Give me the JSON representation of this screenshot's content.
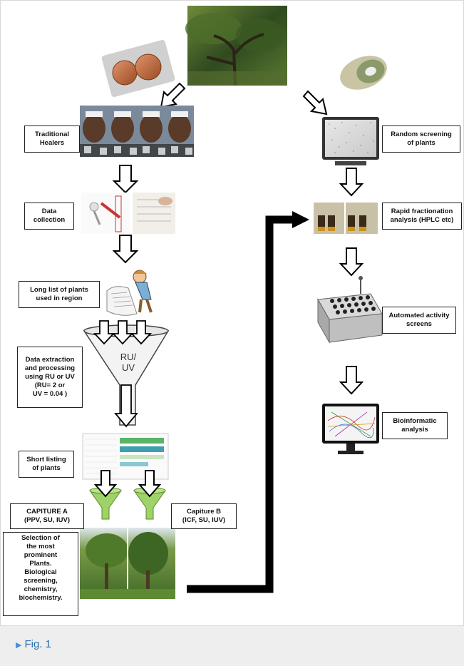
{
  "left_column": {
    "traditional_healers": "Traditional\nHealers",
    "data_collection": "Data\ncollection",
    "long_list": "Long list of plants\nused in region",
    "data_extraction": "Data extraction\nand processing\nusing RU or UV\n(RU= 2 or\nUV = 0.04 )",
    "funnel_label": "RU/\nUV",
    "short_listing": "Short listing\nof plants",
    "capiture_a": "CAPITURE A\n(PPV, SU, IUV)",
    "capiture_b": "Capiture B\n(ICF, SU, IUV)",
    "selection": "Selection of\nthe most\nprominent\nPlants.\nBiological\nscreening,\nchemistry,\nbiochemistry."
  },
  "right_column": {
    "random_screening": "Random screening\nof plants",
    "rapid_fractionation": "Rapid fractionation\nanalysis (HPLC etc)",
    "automated_activity": "Automated activity\nscreens",
    "bioinformatic": "Bioinformatic\nanalysis"
  },
  "caption": {
    "text": "Fig. 1"
  },
  "colors": {
    "caption_text": "#2b6fa8",
    "caption_bg": "#eeeeee",
    "funnel_green": "#9fd36a",
    "forest": "#3d5a2a"
  }
}
